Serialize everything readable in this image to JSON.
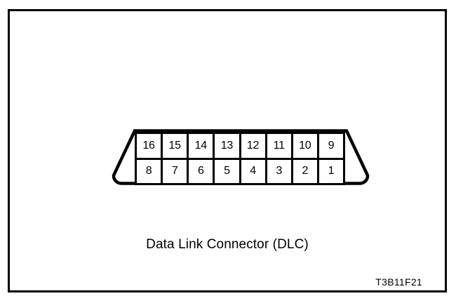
{
  "figure": {
    "caption": "Data Link Connector (DLC)",
    "reference_code": "T3B11F21",
    "background_color": "#ffffff",
    "line_color": "#000000",
    "connector_shape": "trapezoid-with-rounded-bottom-corners"
  },
  "connector": {
    "name": "Data Link Connector (DLC)",
    "pin_count": 16,
    "rows": [
      {
        "row_name": "top-row",
        "pins": [
          "16",
          "15",
          "14",
          "13",
          "12",
          "11",
          "10",
          "9"
        ]
      },
      {
        "row_name": "bottom-row",
        "pins": [
          "8",
          "7",
          "6",
          "5",
          "4",
          "3",
          "2",
          "1"
        ]
      }
    ]
  }
}
